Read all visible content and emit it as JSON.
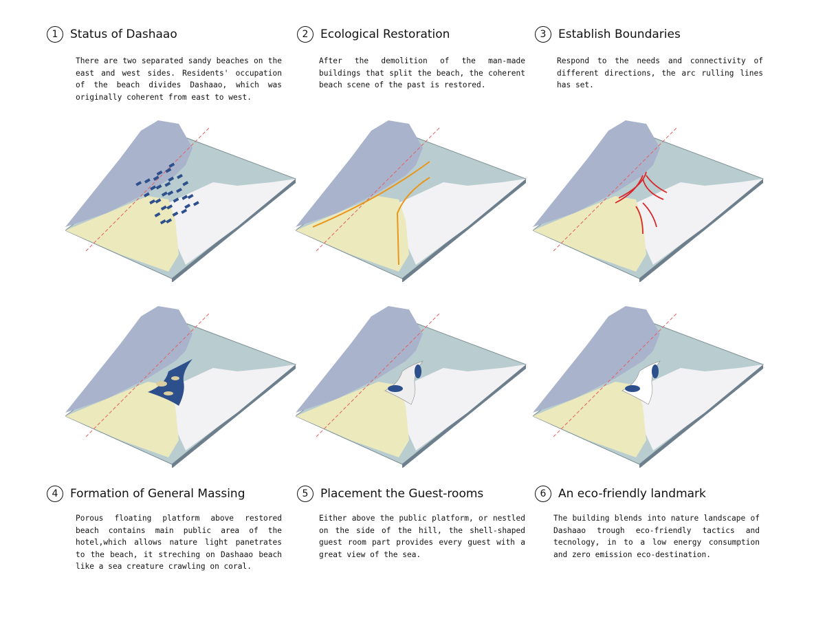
{
  "panels": [
    {
      "number": "1",
      "title": "Status of Dashaao",
      "text": "There are two separated sandy beaches on the east and west sides. Residents' occupation of the beach divides Dashaao, which was originally coherent from east to west.",
      "overlay": "buildings"
    },
    {
      "number": "2",
      "title": "Ecological Restoration",
      "text": "After the demolition of the man-made buildings that split the beach, the coherent beach scene of the past is restored.",
      "overlay": "orange-lines"
    },
    {
      "number": "3",
      "title": "Establish Boundaries",
      "text": "Respond to the needs and connectivity of different directions, the arc rulling lines has set.",
      "overlay": "red-arcs"
    },
    {
      "number": "4",
      "title": "Formation of General Massing",
      "text": "Porous floating platform above restored beach contains main public area of the hotel,which allows nature light panetrates to the beach, it streching on Dashaao beach like a sea creature crawling on coral.",
      "overlay": "platform"
    },
    {
      "number": "5",
      "title": "Placement the Guest-rooms",
      "text": "Either above the public platform, or nestled on the side of the hill, the shell-shaped guest room part provides every guest with a great view of the sea.",
      "overlay": "shells"
    },
    {
      "number": "6",
      "title": "An eco-friendly landmark",
      "text": "The building blends into nature landscape of Dashaao trough eco-friendly tactics and tecnology, in to a low energy consumption and zero emission eco-destination.",
      "overlay": "white-building"
    }
  ],
  "colors": {
    "sea": "#b9cdd0",
    "mountain": "#aab3cc",
    "sand": "#ece9bd",
    "terrain": "#f3f3f5",
    "blue": "#2d4f8c",
    "orange": "#e8961c",
    "red": "#d8262b"
  }
}
